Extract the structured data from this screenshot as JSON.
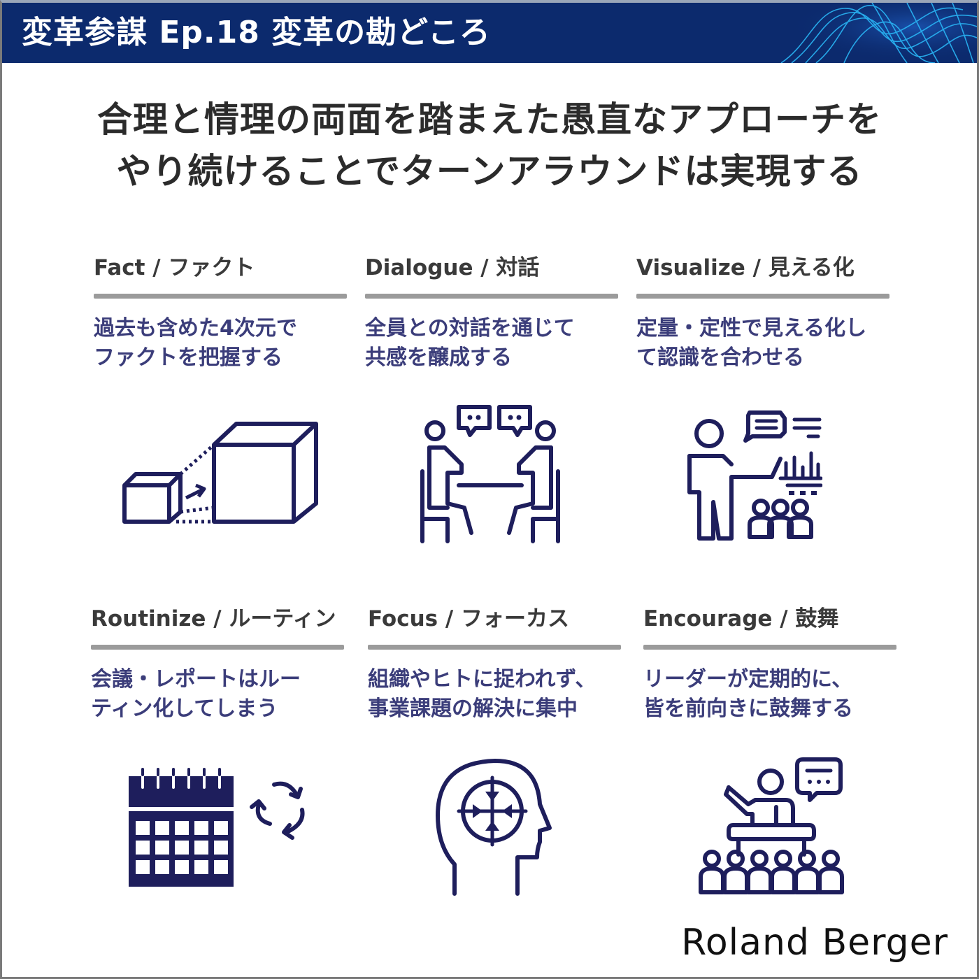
{
  "banner": {
    "title": "変革参謀 Ep.18 変革の勘どころ",
    "background_color": "#0c2a6d",
    "accent_wave_color": "#29b6f6"
  },
  "headline": {
    "line1": "合理と情理の両面を踏まえた愚直なアプローチを",
    "line2": "やり続けることでターンアラウンドは実現する"
  },
  "cards": [
    {
      "title": "Fact / ファクト",
      "desc_line1": "過去も含めた4次元で",
      "desc_line2": "ファクトを把握する",
      "icon": "cubes-scale-icon"
    },
    {
      "title": "Dialogue / 対話",
      "desc_line1": "全員との対話を通じて",
      "desc_line2": "共感を醸成する",
      "icon": "two-people-talking-icon"
    },
    {
      "title": "Visualize / 見える化",
      "desc_line1": "定量・定性で見える化し",
      "desc_line2": "て認識を合わせる",
      "icon": "presenter-chart-icon"
    },
    {
      "title": "Routinize / ルーティン",
      "desc_line1": "会議・レポートはルー",
      "desc_line2": "ティン化してしまう",
      "icon": "calendar-cycle-icon"
    },
    {
      "title": "Focus / フォーカス",
      "desc_line1": "組織やヒトに捉われず、",
      "desc_line2": "事業課題の解決に集中",
      "icon": "head-target-icon"
    },
    {
      "title": "Encourage / 鼓舞",
      "desc_line1": "リーダーが定期的に、",
      "desc_line2": "皆を前向きに鼓舞する",
      "icon": "speaker-audience-icon"
    }
  ],
  "brand": {
    "name": "Roland Berger"
  },
  "colors": {
    "icon_stroke": "#1e1e5c",
    "desc_text": "#3b3d7a",
    "title_text": "#3a3a3a",
    "rule": "#9b9b9b"
  }
}
